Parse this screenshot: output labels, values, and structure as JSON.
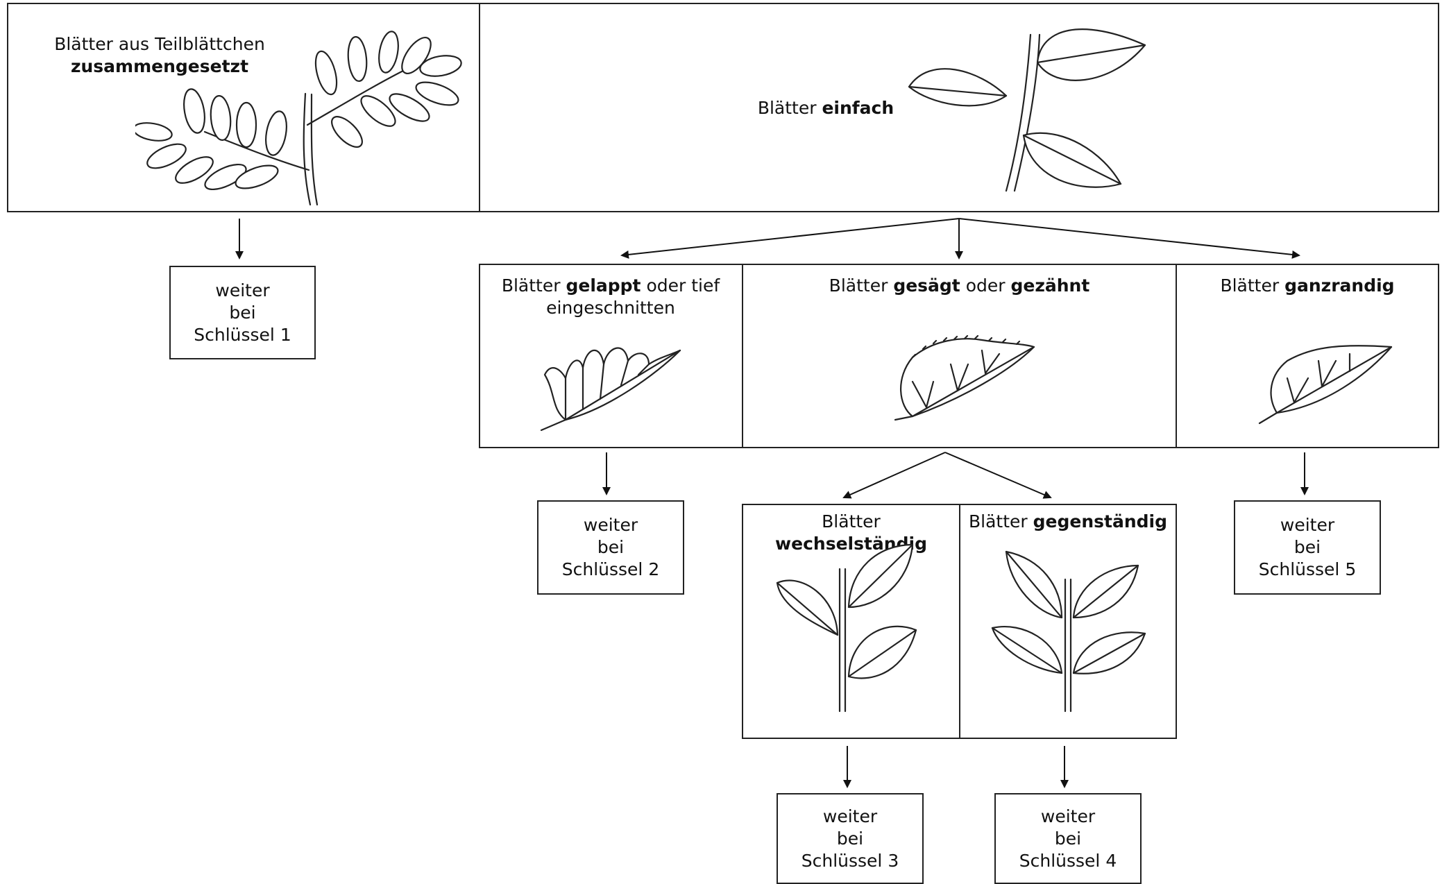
{
  "top": {
    "compound": {
      "line1": "Blätter aus Teilblättchen",
      "line2_bold": "zusammengesetzt"
    },
    "simple": {
      "prefix": "Blätter ",
      "bold": "einfach"
    }
  },
  "edges": {
    "lobed": {
      "prefix": "Blätter ",
      "bold": "gelappt",
      "suffix": " oder tief",
      "line2": "eingeschnitten"
    },
    "serrate": {
      "prefix": "Blätter ",
      "bold1": "gesägt",
      "mid": " oder ",
      "bold2": "gezähnt"
    },
    "entire": {
      "prefix": "Blätter ",
      "bold": "ganzrandig"
    }
  },
  "arrangement": {
    "alternate": {
      "prefix": "Blätter ",
      "bold": "wechselständig"
    },
    "opposite": {
      "prefix": "Blätter ",
      "bold": "gegenständig"
    }
  },
  "keys": {
    "k1": {
      "l1": "weiter",
      "l2": "bei",
      "l3": "Schlüssel 1"
    },
    "k2": {
      "l1": "weiter",
      "l2": "bei",
      "l3": "Schlüssel 2"
    },
    "k3": {
      "l1": "weiter",
      "l2": "bei",
      "l3": "Schlüssel 3"
    },
    "k4": {
      "l1": "weiter",
      "l2": "bei",
      "l3": "Schlüssel 4"
    },
    "k5": {
      "l1": "weiter",
      "l2": "bei",
      "l3": "Schlüssel 5"
    }
  }
}
